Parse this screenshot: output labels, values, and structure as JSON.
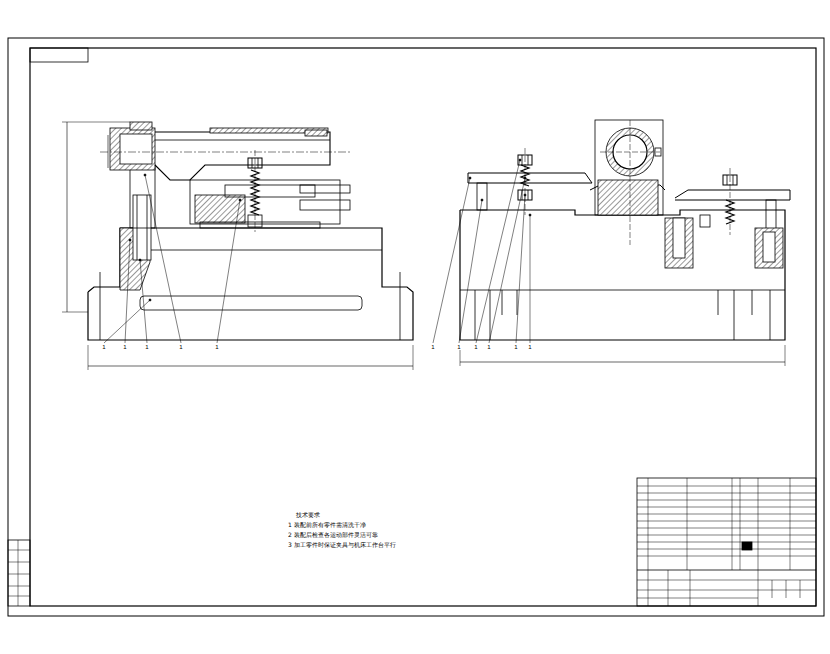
{
  "diagram": {
    "labels": [
      "1",
      "1",
      "1",
      "1",
      "1",
      "1",
      "1",
      "1",
      "1",
      "1",
      "1",
      "技术要求",
      "1 装配前所有零件需清洗干净",
      "2 装配后检查各运动部件灵活可靠",
      "3 加工零件时保证夹具与机床工作台平行"
    ]
  }
}
